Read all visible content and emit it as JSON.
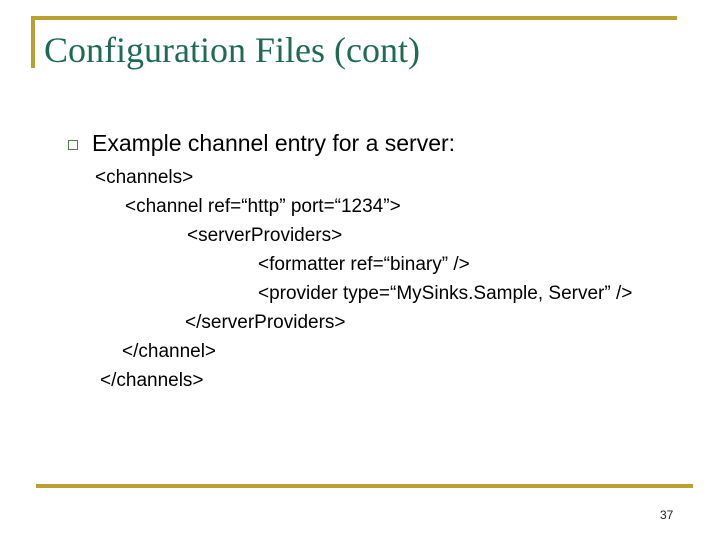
{
  "slide": {
    "title": "Configuration Files (cont)",
    "bullet": {
      "marker": "square-outline-bullet",
      "text": "Example channel entry for a server:"
    },
    "code": {
      "lines": [
        {
          "text": "<channels>"
        },
        {
          "text": "<channel ref=“http” port=“1234”>"
        },
        {
          "text": "<serverProviders>"
        },
        {
          "text": "<formatter ref=“binary” />"
        },
        {
          "text": "<provider type=“MySinks.Sample, Server” />"
        },
        {
          "text": "</serverProviders>"
        },
        {
          "text": "</channel>"
        },
        {
          "text": "</channels>"
        }
      ]
    },
    "page_number": "37",
    "colors": {
      "accent_gold": "#B9A02F",
      "title_green": "#1E6B50",
      "bullet_border_green": "#4F7B52",
      "body_text": "#000000"
    }
  }
}
